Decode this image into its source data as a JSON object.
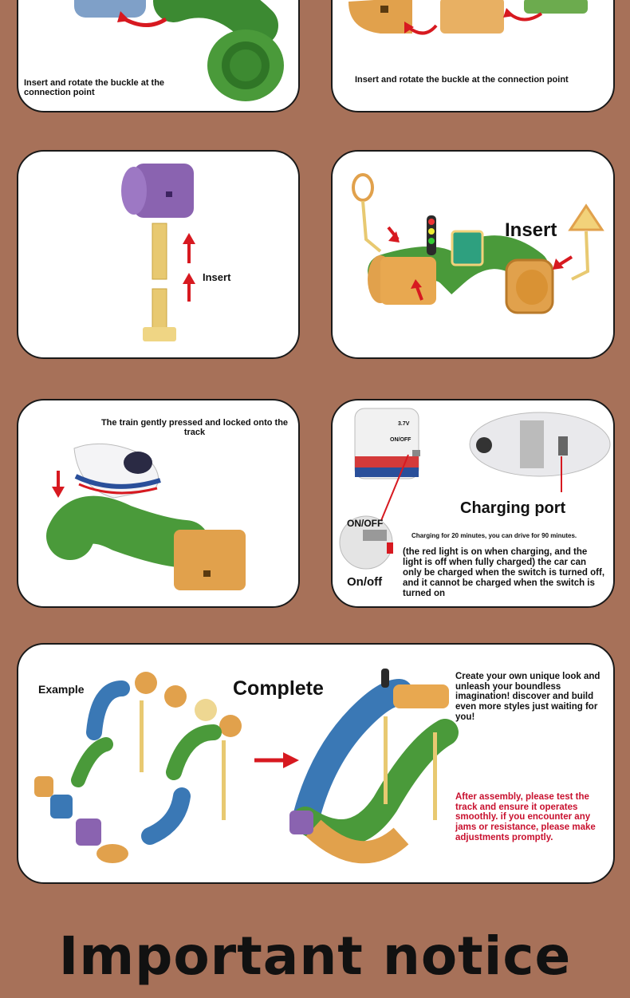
{
  "panels": {
    "p1": {
      "caption": "Insert and rotate the buckle at the\nconnection point"
    },
    "p2": {
      "caption": "Insert and rotate the buckle at the connection point"
    },
    "p3": {
      "label": "Insert"
    },
    "p4": {
      "label": "Insert"
    },
    "p5": {
      "caption": "The train gently pressed and locked onto the\ntrack"
    },
    "p6": {
      "battery_label": "3.7V",
      "switch_label": "ON/OFF",
      "zoom_label": "ON/OFF",
      "charging_port": "Charging port",
      "onoff": "On/off",
      "charge_time": "Charging for 20 minutes, you can drive for 90 minutes.",
      "charge_note": "(the red light is on when charging, and the light is off when fully charged) the car can only be charged when the switch is turned off, and it cannot be charged when the switch is turned on"
    },
    "p7": {
      "example": "Example",
      "complete": "Complete",
      "create": "Create your own unique look and unleash your boundless imagination! discover and build even more styles just waiting for you!",
      "after": "After assembly, please test the track and ensure it operates smoothly. if you encounter any jams or resistance, please make adjustments promptly."
    }
  },
  "footer": {
    "title": "Important notice"
  },
  "colors": {
    "background": "#a77159",
    "green": "#4a9a3a",
    "orange": "#e1a14c",
    "blue": "#3a78b5",
    "purple": "#8a63b0",
    "accent_red": "#c8102e"
  }
}
